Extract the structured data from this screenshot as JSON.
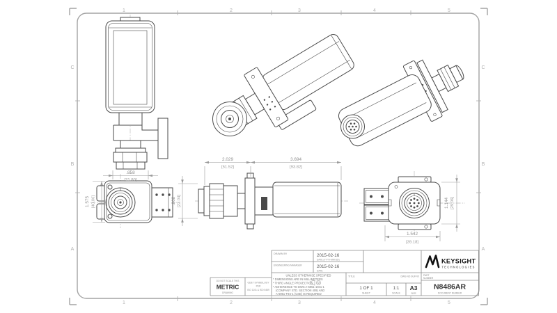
{
  "sheet": {
    "zone_cols": [
      "1",
      "2",
      "3",
      "4",
      "5"
    ],
    "zone_rows": [
      "C",
      "B",
      "A"
    ]
  },
  "title_block": {
    "drawn_by_label": "DRAWN BY",
    "drawn_date": "2015-02-16",
    "drawn_date_label": "DATE (YYYY-MM-DD)",
    "approved_by_label": "ENGINEERING MANAGER",
    "approved_date": "2015-02-16",
    "approved_date_label": "DATE",
    "metric_top": "DO NOT SCALE THIS",
    "metric_word": "METRIC",
    "metric_bottom": "DRAWING",
    "gdt_line1": "GD&T SYMBOLOGY",
    "gdt_line2": "PER",
    "gdt_line3": "ISO 1101 & ISO 5459",
    "notes": [
      "UNLESS OTHERWISE SPECIFIED",
      "* DIMENSIONS ARE IN MILLIMETERS",
      "* THIRD ANGLE PROJECTION",
      "* ADHERENCE TO DWS A-5951-1941-1",
      "(COMPANY STD. SECTION 409) AND",
      "A-5951-PJS-1 (CSE) IS REQUIRED"
    ],
    "title_label": "TITLE",
    "dwg_suffix_label": "DWG NO SUFFIX",
    "sheet_value": "1 OF 1",
    "sheet_label": "SHEET",
    "scale_value": "1:1",
    "scale_label": "SCALE",
    "size_value": "A3",
    "size_label": "SIZE",
    "part_label_1": "PART",
    "part_label_2": "NUMBER",
    "part_number": "N8486AR",
    "document_number_label": "DOCUMENT NUMBER",
    "brand_name": "KEYSIGHT",
    "brand_sub": "TECHNOLOGIES"
  },
  "dimensions": {
    "connector_width": {
      "in": ".858",
      "mm": "[21.80]"
    },
    "front_height": {
      "in": "1.575",
      "mm": "[40.00]"
    },
    "front_length": {
      "in": "2.029",
      "mm": "[51.52]"
    },
    "body_length": {
      "in": "3.694",
      "mm": "[93.82]"
    },
    "connector_dia": {
      "in": ".868",
      "mm": "[22.04]"
    },
    "rear_height": {
      "in": "1.144",
      "mm": "[29.06]"
    },
    "rear_width": {
      "in": "1.542",
      "mm": "[39.18]"
    }
  },
  "colors": {
    "line": "#4a4a4a",
    "dim": "#9a9a9a",
    "border": "#a3a3a3",
    "logo": "#111111"
  }
}
